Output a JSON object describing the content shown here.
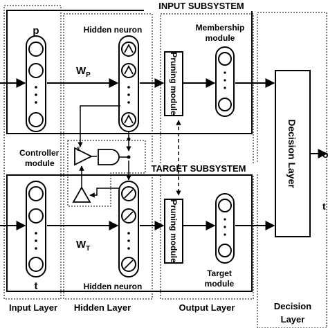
{
  "subsystems": {
    "input": "INPUT SUBSYSTEM",
    "target": "TARGET SUBSYSTEM"
  },
  "labels": {
    "p": "p",
    "t": "t",
    "hidden_neuron_top": "Hidden neuron",
    "hidden_neuron_bottom": "Hidden neuron",
    "membership_module_1": "Membership",
    "membership_module_2": "module",
    "target_module_1": "Target",
    "target_module_2": "module",
    "pruning_top": "Pruning module",
    "pruning_bottom": "Pruning module",
    "controller_1": "Controller",
    "controller_2": "module",
    "weight_p": "W",
    "weight_p_sub": "P",
    "weight_t": "W",
    "weight_t_sub": "T",
    "epsilon": "ε",
    "decision_layer": "Decision Layer",
    "output_o": "o",
    "output_t": "t"
  },
  "layers": {
    "input": "Input Layer",
    "hidden": "Hidden Layer",
    "output": "Output Layer",
    "decision_1": "Decision",
    "decision_2": "Layer"
  },
  "colors": {
    "ink": "#000000",
    "background": "#ffffff"
  }
}
